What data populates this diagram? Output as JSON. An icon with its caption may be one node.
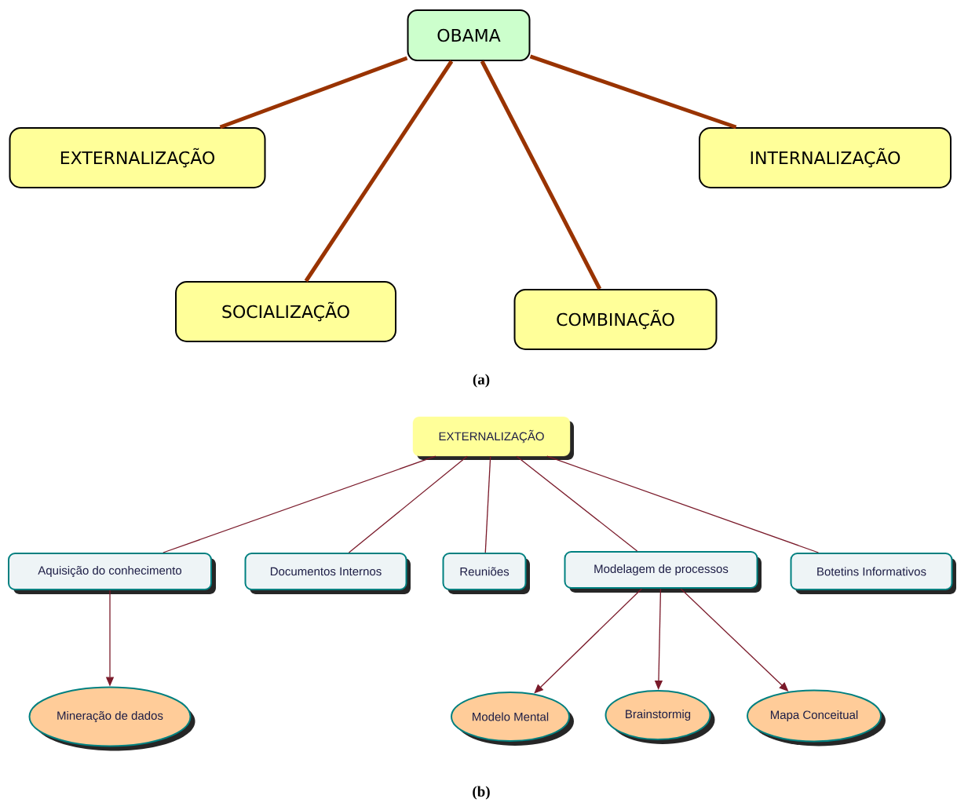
{
  "diagram": {
    "nodes": [
      {
        "text": [
          "OBAMA"
        ]
      },
      {
        "text": [
          "EXTERNALIZAÇÃO"
        ]
      },
      {
        "text": [
          "INTERNALIZAÇÃO"
        ]
      },
      {
        "text": [
          "SOCIALIZAÇÃO"
        ]
      },
      {
        "text": [
          "COMBINAÇÃO"
        ]
      },
      {
        "text": [
          "EXTERNALIZAÇÃO"
        ]
      },
      {
        "text": [
          "Aquisição do conhecimento"
        ]
      },
      {
        "text": [
          "Documentos Internos"
        ]
      },
      {
        "text": [
          "Reuniões"
        ]
      },
      {
        "text": [
          "Modelagem de processos"
        ]
      },
      {
        "text": [
          "Botetins Informativos"
        ]
      },
      {
        "text": [
          "Mineração de dados"
        ]
      },
      {
        "text": [
          "Modelo Mental"
        ]
      },
      {
        "text": [
          "Brainstormig"
        ]
      },
      {
        "text": [
          "Mapa Conceitual"
        ]
      }
    ],
    "edges": [
      {
        "from": 0,
        "to": 1,
        "arrow": "none",
        "style": "thick",
        "color": "#993300"
      },
      {
        "from": 0,
        "to": 3,
        "arrow": "none",
        "style": "thick",
        "color": "#993300"
      },
      {
        "from": 0,
        "to": 4,
        "arrow": "none",
        "style": "thick",
        "color": "#993300"
      },
      {
        "from": 0,
        "to": 2,
        "arrow": "none",
        "style": "thick",
        "color": "#993300"
      },
      {
        "from": 5,
        "to": 6,
        "arrow": "none"
      },
      {
        "from": 5,
        "to": 7,
        "arrow": "none"
      },
      {
        "from": 5,
        "to": 8,
        "arrow": "none"
      },
      {
        "from": 5,
        "to": 9,
        "arrow": "none"
      },
      {
        "from": 5,
        "to": 10,
        "arrow": "none"
      },
      {
        "from": 6,
        "to": 11,
        "arrow": "to"
      },
      {
        "from": 9,
        "to": 12,
        "arrow": "to"
      },
      {
        "from": 9,
        "to": 13,
        "arrow": "to"
      },
      {
        "from": 9,
        "to": 14,
        "arrow": "to"
      }
    ],
    "labels": [
      "(a)",
      "(b)"
    ]
  }
}
